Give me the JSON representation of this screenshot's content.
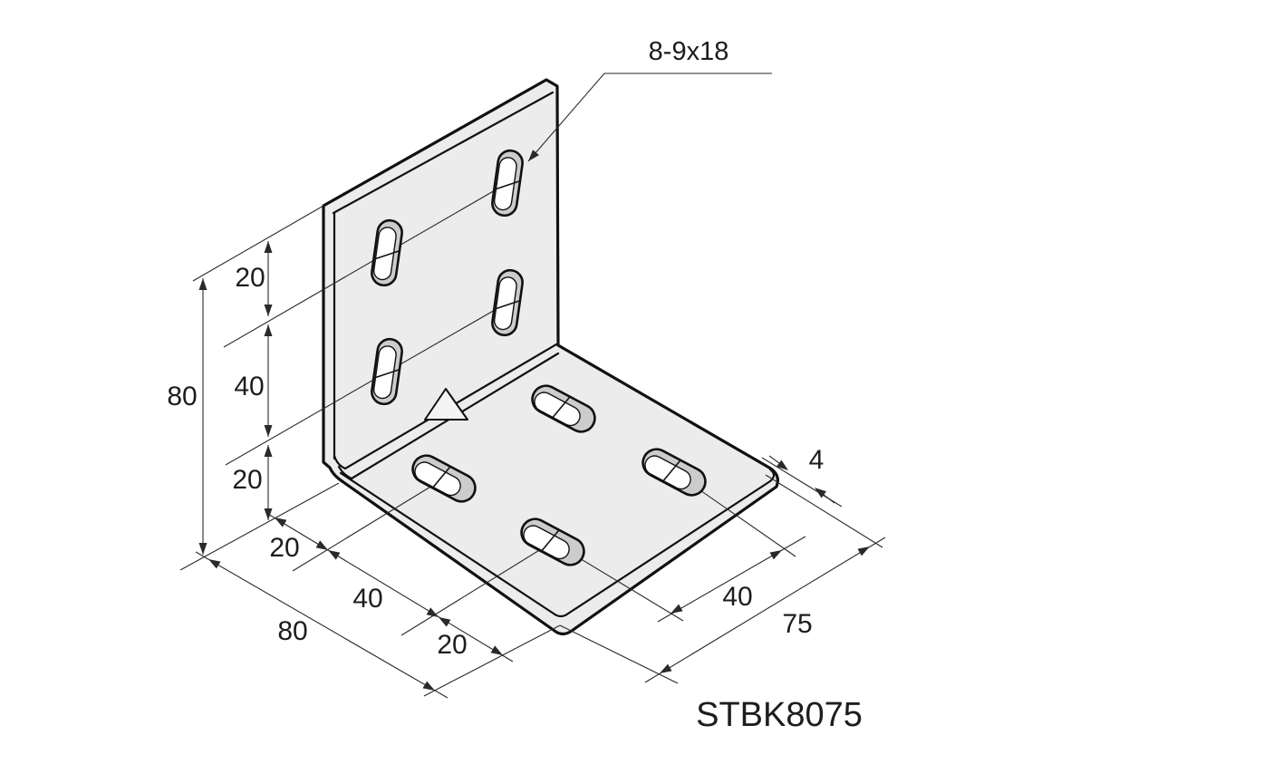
{
  "part": {
    "number": "STBK8075",
    "slot_callout": "8-9x18"
  },
  "dimensions": {
    "height_total": "80",
    "height_top_offset": "20",
    "height_mid_spacing": "40",
    "height_bottom_offset": "20",
    "width_offset_1": "20",
    "width_spacing": "40",
    "width_total": "80",
    "width_offset_2": "20",
    "thickness": "4",
    "depth_spacing": "40",
    "depth_total": "75"
  },
  "colors": {
    "face": "#ececec",
    "slot_wall": "#cccccc",
    "outline": "#111111",
    "dim_line": "#2a2a2a",
    "background": "#ffffff"
  }
}
